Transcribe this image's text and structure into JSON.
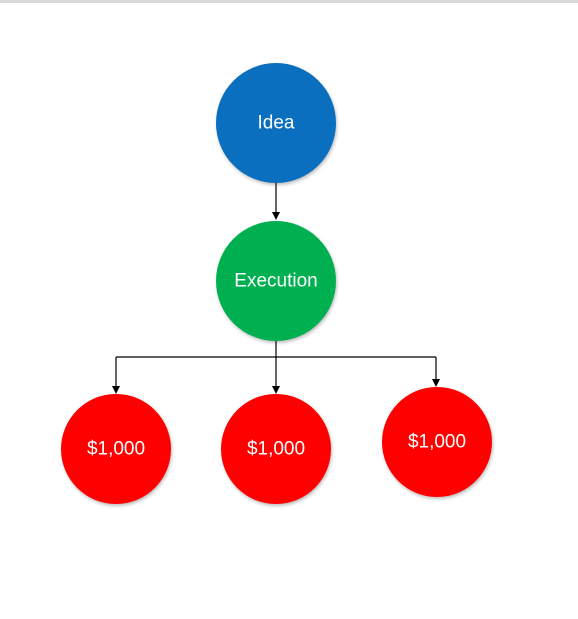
{
  "diagram": {
    "nodes": {
      "idea": {
        "label": "Idea",
        "color": "#0b6fbf"
      },
      "execution": {
        "label": "Execution",
        "color": "#00b050"
      },
      "outcome_left": {
        "label": "$1,000",
        "color": "#ff0000"
      },
      "outcome_middle": {
        "label": "$1,000",
        "color": "#ff0000"
      },
      "outcome_right": {
        "label": "$1,000",
        "color": "#ff0000"
      }
    }
  }
}
